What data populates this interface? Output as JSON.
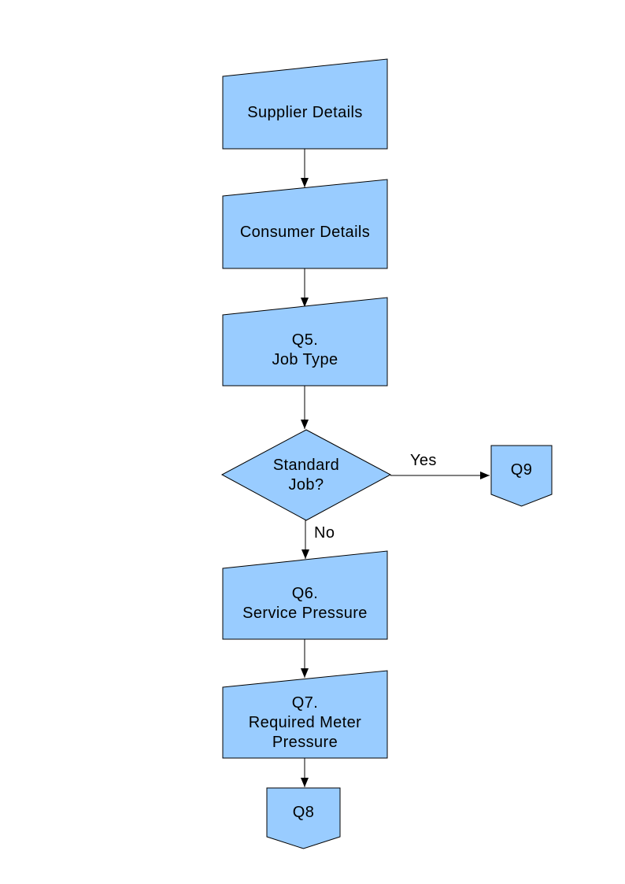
{
  "diagram": {
    "background_color": "#FFFFFF",
    "node_fill": "#99CCFF",
    "node_border": "#000000",
    "text_color": "#000000",
    "connector_color": "#000000"
  },
  "nodes": {
    "supplier": {
      "type": "manual-input",
      "lines": [
        "Supplier Details"
      ]
    },
    "consumer": {
      "type": "manual-input",
      "lines": [
        "Consumer Details"
      ]
    },
    "q5": {
      "type": "manual-input",
      "lines": [
        "Q5.",
        "Job Type"
      ]
    },
    "decision": {
      "type": "decision",
      "lines": [
        "Standard",
        "Job?"
      ]
    },
    "q9": {
      "type": "off-page-connector",
      "lines": [
        "Q9"
      ]
    },
    "q6": {
      "type": "manual-input",
      "lines": [
        "Q6.",
        "Service Pressure"
      ]
    },
    "q7": {
      "type": "manual-input",
      "lines": [
        "Q7.",
        "Required Meter",
        "Pressure"
      ]
    },
    "q8": {
      "type": "off-page-connector",
      "lines": [
        "Q8"
      ]
    }
  },
  "edges": {
    "yes_label": "Yes",
    "no_label": "No"
  }
}
